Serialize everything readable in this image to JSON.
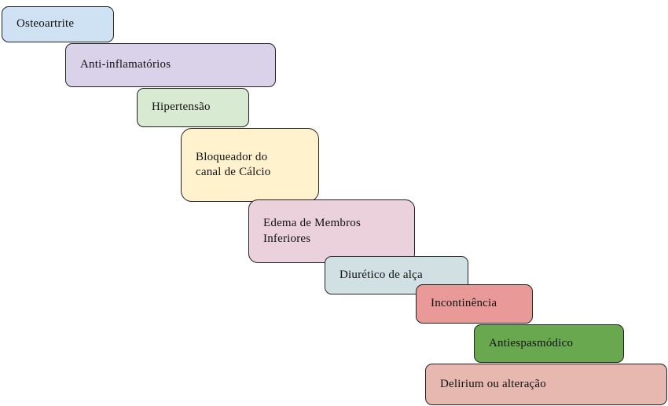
{
  "steps": [
    {
      "label": "Osteoartrite",
      "color": "#cfe2f3"
    },
    {
      "label": "Anti-inflamatórios",
      "color": "#d9d2e9"
    },
    {
      "label": "Hipertensão",
      "color": "#d9ead3"
    },
    {
      "label": "Bloqueador do canal de Cálcio",
      "line1": "Bloqueador do",
      "line2": "canal de Cálcio",
      "color": "#fff2cc"
    },
    {
      "label": "Edema de Membros Inferiores",
      "line1": "Edema de Membros",
      "line2": "Inferiores",
      "color": "#ead1dc"
    },
    {
      "label": "Diurético de alça",
      "color": "#d0e0e3"
    },
    {
      "label": "Incontinência",
      "color": "#ea9999"
    },
    {
      "label": "Antiespasmódico",
      "color": "#6aa84f"
    },
    {
      "label": "Delirium ou alteração",
      "color": "#e6b8af"
    }
  ]
}
